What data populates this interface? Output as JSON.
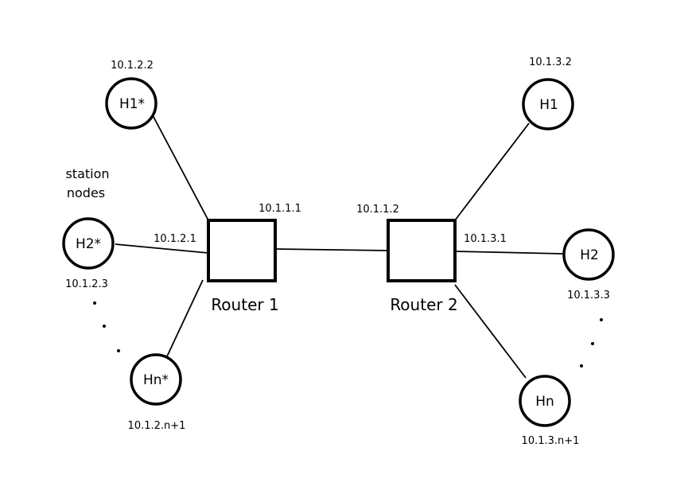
{
  "caption": {
    "line1": "station",
    "line2": "nodes"
  },
  "routers": {
    "r1": {
      "label": "Router 1",
      "ip_left": "10.1.2.1",
      "ip_top": "10.1.1.1"
    },
    "r2": {
      "label": "Router 2",
      "ip_top": "10.1.1.2",
      "ip_right": "10.1.3.1"
    }
  },
  "left_hosts": {
    "h1": {
      "label": "H1*",
      "ip": "10.1.2.2"
    },
    "h2": {
      "label": "H2*",
      "ip": "10.1.2.3"
    },
    "hn": {
      "label": "Hn*",
      "ip": "10.1.2.n+1"
    }
  },
  "right_hosts": {
    "h1": {
      "label": "H1",
      "ip": "10.1.3.2"
    },
    "h2": {
      "label": "H2",
      "ip": "10.1.3.3"
    },
    "hn": {
      "label": "Hn",
      "ip": "10.1.3.n+1"
    }
  },
  "colors": {
    "stroke": "#000000",
    "background": "#ffffff"
  }
}
